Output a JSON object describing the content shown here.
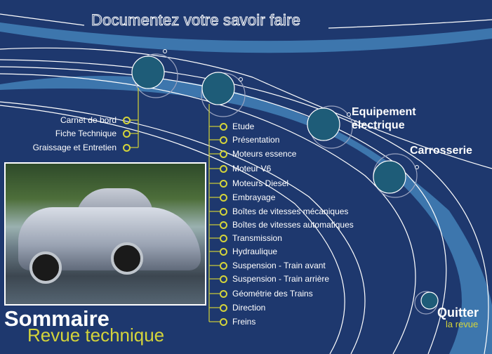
{
  "header": {
    "title": "Documentez votre savoir faire"
  },
  "left_menu": [
    "Carnet de bord",
    "Fiche Technique",
    "Graissage et Entretien"
  ],
  "center_menu": [
    "Etude",
    "Présentation",
    "Moteurs essence",
    "Moteur V6",
    "Moteurs Diesel",
    "Embrayage",
    "Boîtes de vitesses mécaniques",
    "Boîtes de vitesses automatiques",
    "Transmission",
    "Hydraulique",
    "Suspension - Train avant",
    "Suspension - Train arrière",
    "Géométrie des Trains",
    "Direction",
    "Freins"
  ],
  "sections": {
    "equipement_line1": "Equipement",
    "equipement_line2": "électrique",
    "carrosserie": "Carrosserie",
    "quitter": "Quitter",
    "quitter_sub": "la revue"
  },
  "footer": {
    "sommaire": "Sommaire",
    "subtitle": "Revue technique"
  },
  "colors": {
    "background": "#1e386e",
    "band": "#3d76ad",
    "accent": "#d4d43a",
    "node": "#1e5c78"
  }
}
